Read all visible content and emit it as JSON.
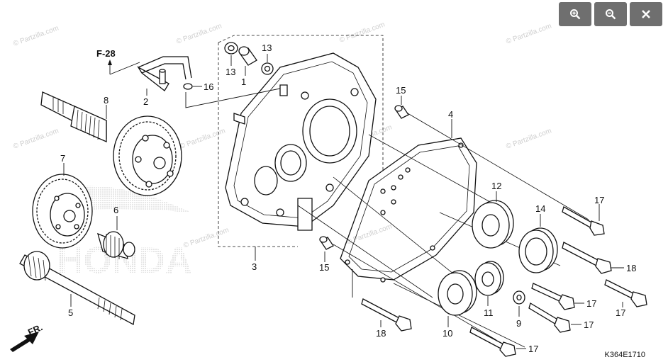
{
  "toolbar": {
    "zoom_in_icon": "zoom-in-icon",
    "zoom_out_icon": "zoom-out-icon",
    "close_icon": "close-icon"
  },
  "diagram": {
    "code": "K364E1710",
    "ref_label": "F-28",
    "front_label": "FR.",
    "watermark": "© Partzilla.com",
    "background_brand": "HONDA",
    "callouts": {
      "c1": "1",
      "c2": "2",
      "c3": "3",
      "c4": "4",
      "c5": "5",
      "c6": "6",
      "c7": "7",
      "c8": "8",
      "c9": "9",
      "c10": "10",
      "c11": "11",
      "c12": "12",
      "c13a": "13",
      "c13b": "13",
      "c14": "14",
      "c15a": "15",
      "c15b": "15",
      "c16": "16",
      "c17a": "17",
      "c17b": "17",
      "c17c": "17",
      "c17d": "17",
      "c17e": "17",
      "c18a": "18",
      "c18b": "18"
    }
  }
}
